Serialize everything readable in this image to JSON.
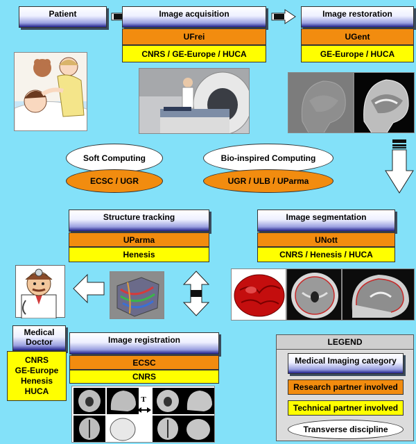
{
  "patient": {
    "label": "Patient"
  },
  "image_acquisition": {
    "title": "Image acquisition",
    "research": "UFrei",
    "technical": "CNRS / GE-Europe / HUCA"
  },
  "image_restoration": {
    "title": "Image restoration",
    "research": "UGent",
    "technical": "GE-Europe / HUCA"
  },
  "disciplines": {
    "soft_computing": {
      "label": "Soft Computing",
      "partners": "ECSC / UGR"
    },
    "bio_inspired": {
      "label": "Bio-inspired Computing",
      "partners": "UGR / ULB / UParma"
    }
  },
  "structure_tracking": {
    "title": "Structure tracking",
    "research": "UParma",
    "technical": "Henesis"
  },
  "image_segmentation": {
    "title": "Image segmentation",
    "research": "UNott",
    "technical": "CNRS / Henesis / HUCA"
  },
  "medical_doctor": {
    "label_line1": "Medical",
    "label_line2": "Doctor",
    "partners": [
      "CNRS",
      "GE-Europe",
      "Henesis",
      "HUCA"
    ]
  },
  "image_registration": {
    "title": "Image registration",
    "research": "ECSC",
    "technical": "CNRS",
    "transform_label": "T"
  },
  "legend": {
    "title": "LEGEND",
    "category": "Medical Imaging category",
    "research": "Research partner involved",
    "technical": "Technical partner involved",
    "transverse": "Transverse discipline"
  },
  "colors": {
    "background": "#83e1f9",
    "research": "#f28c0f",
    "technical": "#ffff00"
  }
}
